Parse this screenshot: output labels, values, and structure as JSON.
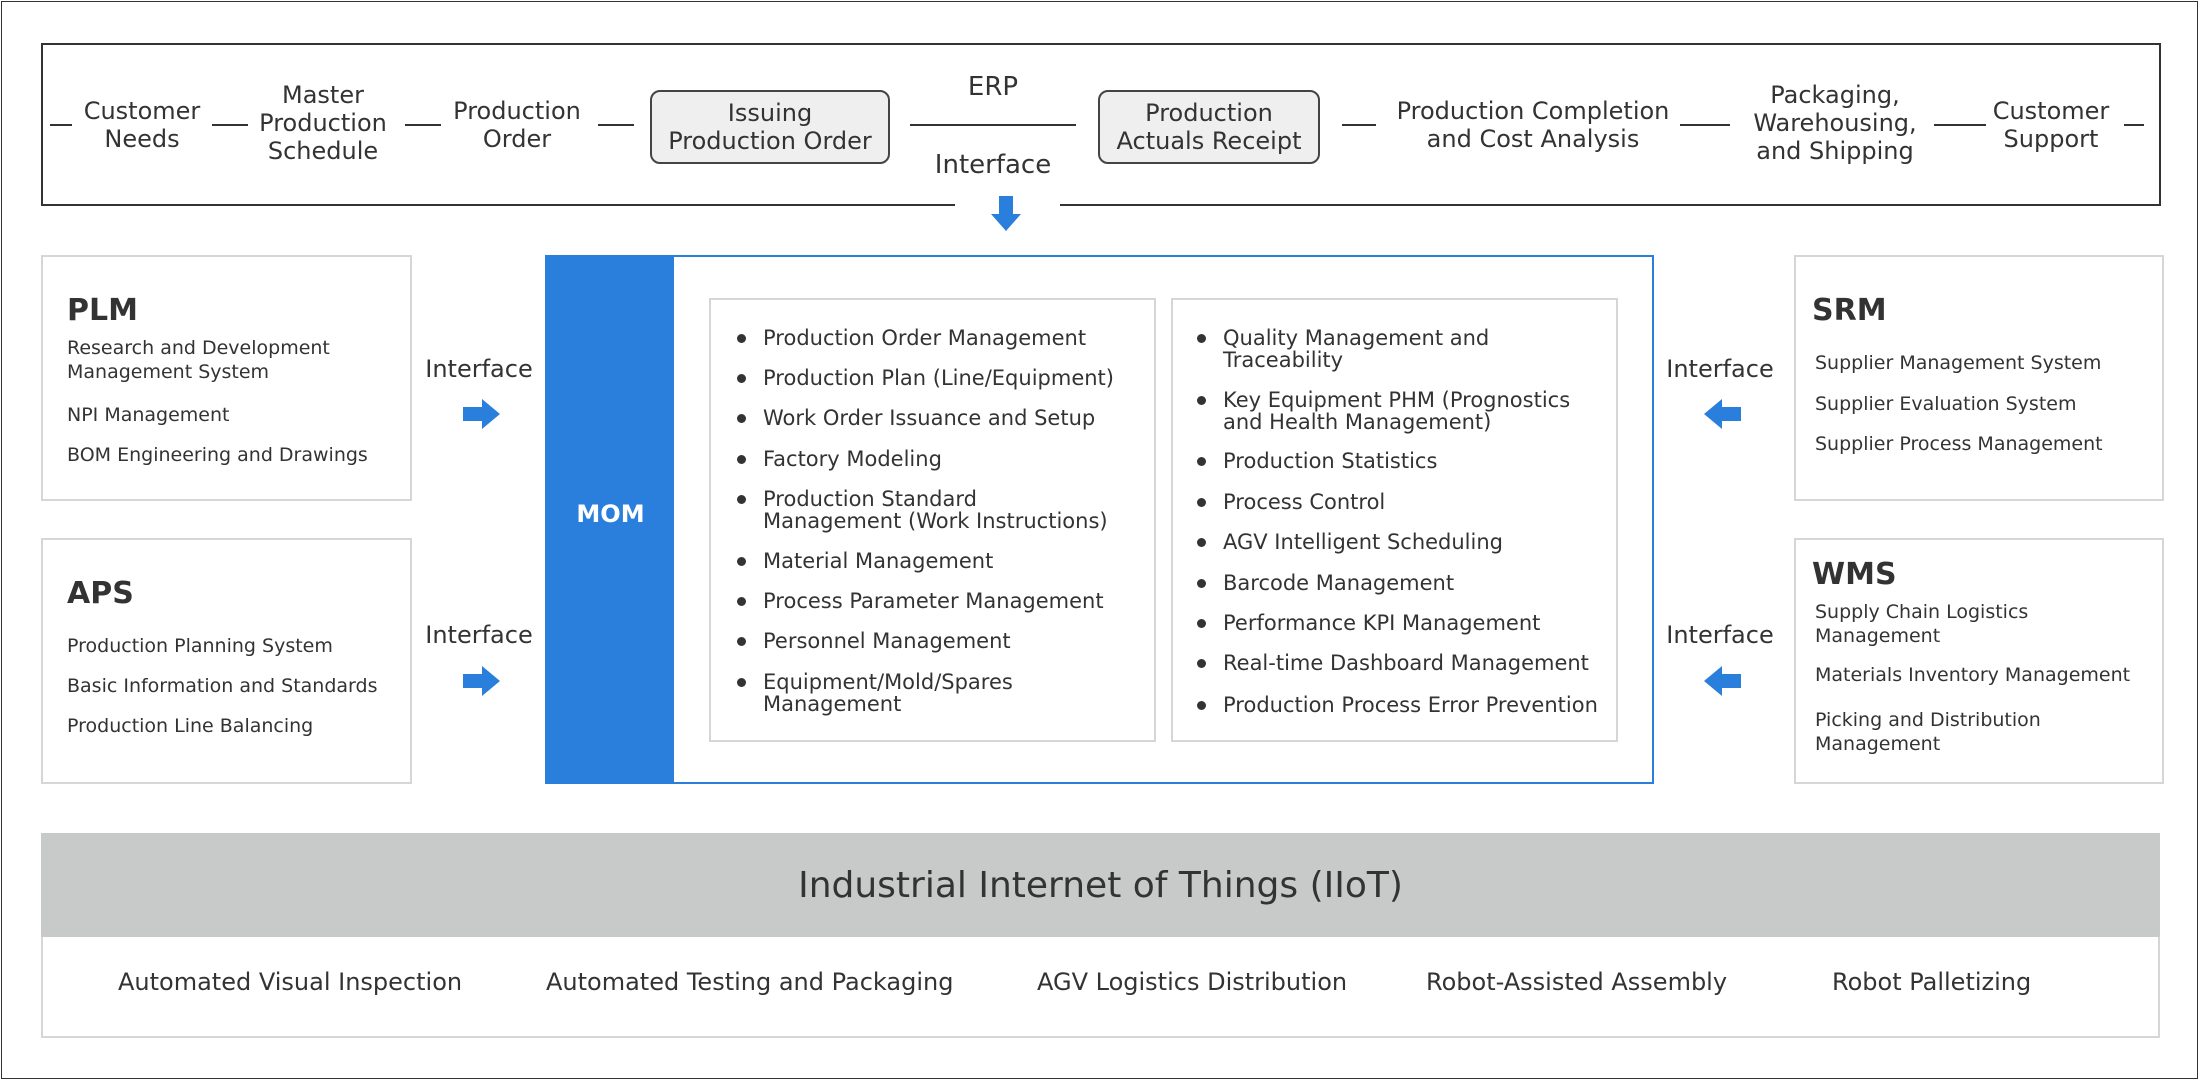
{
  "erp": {
    "title": "ERP",
    "interface_label": "Interface",
    "steps": [
      "Customer\nNeeds",
      "Master\nProduction\nSchedule",
      "Production\nOrder",
      "Issuing\nProduction Order",
      "Production\nActuals Receipt",
      "Production Completion\nand Cost Analysis",
      "Packaging,\nWarehousing,\nand Shipping",
      "Customer\nSupport"
    ]
  },
  "plm": {
    "title": "PLM",
    "items": [
      "Research and Development\nManagement System",
      "NPI Management",
      "BOM Engineering and Drawings"
    ]
  },
  "aps": {
    "title": "APS",
    "items": [
      "Production Planning System",
      "Basic Information and Standards",
      "Production Line Balancing"
    ]
  },
  "srm": {
    "title": "SRM",
    "items": [
      "Supplier Management System",
      "Supplier Evaluation System",
      "Supplier Process Management"
    ]
  },
  "wms": {
    "title": "WMS",
    "items": [
      "Supply Chain Logistics\nManagement",
      "Materials Inventory Management",
      "Picking and Distribution\nManagement"
    ]
  },
  "interface_label": "Interface",
  "mom": {
    "label": "MOM",
    "left_items": [
      "Production Order Management",
      "Production Plan (Line/Equipment)",
      "Work Order Issuance and Setup",
      "Factory Modeling",
      "Production Standard\nManagement (Work Instructions)",
      "Material Management",
      "Process Parameter Management",
      "Personnel Management",
      "Equipment/Mold/Spares\nManagement"
    ],
    "right_items": [
      "Quality Management and\nTraceability",
      "Key Equipment PHM (Prognostics\nand Health Management)",
      "Production Statistics",
      "Process Control",
      "AGV Intelligent Scheduling",
      "Barcode Management",
      "Performance KPI Management",
      "Real-time Dashboard Management",
      "Production Process Error Prevention"
    ]
  },
  "iiot": {
    "title": "Industrial Internet of Things (IIoT)",
    "items": [
      "Automated Visual Inspection",
      "Automated Testing and Packaging",
      "AGV Logistics Distribution",
      "Robot-Assisted Assembly",
      "Robot Palletizing"
    ]
  },
  "colors": {
    "accent": "#2b7fdc",
    "iiot_band": "#c8c9c9",
    "panel_border": "#d6d6d6",
    "text": "#333333"
  }
}
